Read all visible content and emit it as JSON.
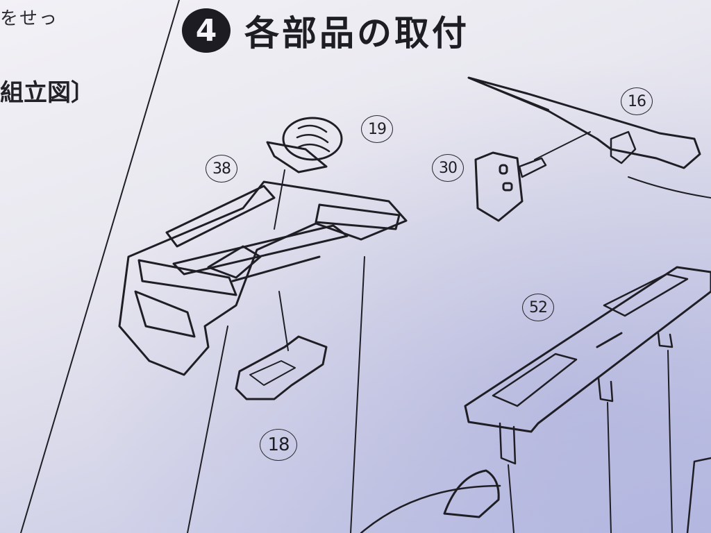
{
  "step": {
    "number": "4",
    "title": "各部品の取付"
  },
  "left_column": {
    "line1": "をせっ",
    "line2": "組立図〕"
  },
  "parts": [
    {
      "id": "part-38",
      "label": "38"
    },
    {
      "id": "part-19",
      "label": "19"
    },
    {
      "id": "part-16",
      "label": "16"
    },
    {
      "id": "part-30",
      "label": "30"
    },
    {
      "id": "part-52",
      "label": "52"
    },
    {
      "id": "part-18",
      "label": "18"
    }
  ]
}
